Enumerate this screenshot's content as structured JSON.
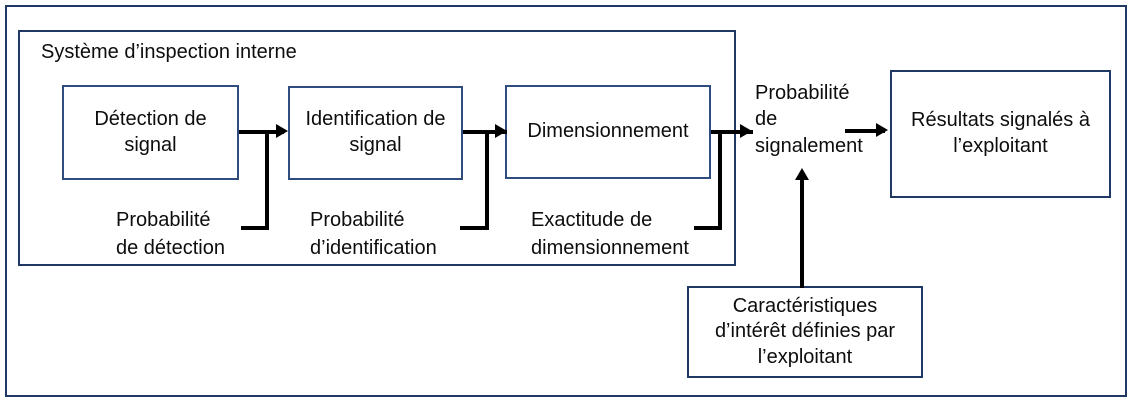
{
  "diagram": {
    "title_internal_system": "Système d’inspection interne",
    "boxes": {
      "detection": "Détection de\nsignal",
      "identification": "Identification\nde signal",
      "dimensionnement": "Dimensionnement",
      "resultats": "Résultats signalés à\nl’exploitant",
      "caracteristiques": "Caractéristiques\nd’intérêt définies par\nl’exploitant"
    },
    "labels": {
      "prob_detection": "Probabilité\nde détection",
      "prob_identification": "Probabilité\nd’identification",
      "exactitude_dimensionnement": "Exactitude de\ndimensionnement",
      "prob_signalement": "Probabilité\nde\nsignalement"
    },
    "colors": {
      "box_border": "#2E4C7E",
      "frame_border": "#1F3864",
      "connector": "#000000",
      "background": "#FFFFFF",
      "text": "#0D0D0D"
    }
  }
}
